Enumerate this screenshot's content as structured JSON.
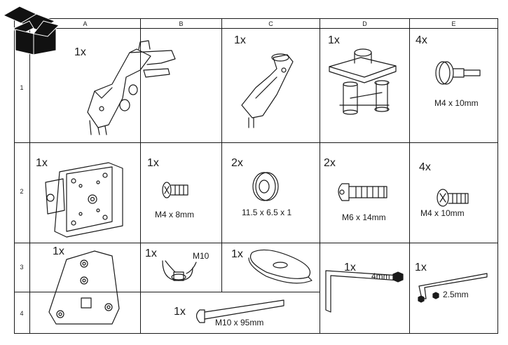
{
  "columns": [
    "A",
    "B",
    "C",
    "D",
    "E"
  ],
  "rows": [
    "1",
    "2",
    "3",
    "4"
  ],
  "parts": {
    "a1_qty": "1x",
    "c1_qty": "1x",
    "d1_qty": "1x",
    "e1_qty": "4x",
    "e1_label": "M4 x 10mm",
    "a2_qty": "1x",
    "b2_qty": "1x",
    "b2_label": "M4 x 8mm",
    "c2_qty": "2x",
    "c2_label": "11.5 x 6.5 x 1",
    "d2_qty": "2x",
    "d2_label": "M6 x 14mm",
    "e2_qty": "4x",
    "e2_label": "M4 x 10mm",
    "a3_qty": "1x",
    "b3_qty": "1x",
    "b3_label": "M10",
    "c3_qty": "1x",
    "d3_qty": "1x",
    "d3_label": "4mm",
    "e3_qty": "1x",
    "e3_label": "2.5mm",
    "b4_qty": "1x",
    "b4_label": "M10 x 95mm"
  },
  "icons": {
    "corner": "open-box-icon"
  }
}
